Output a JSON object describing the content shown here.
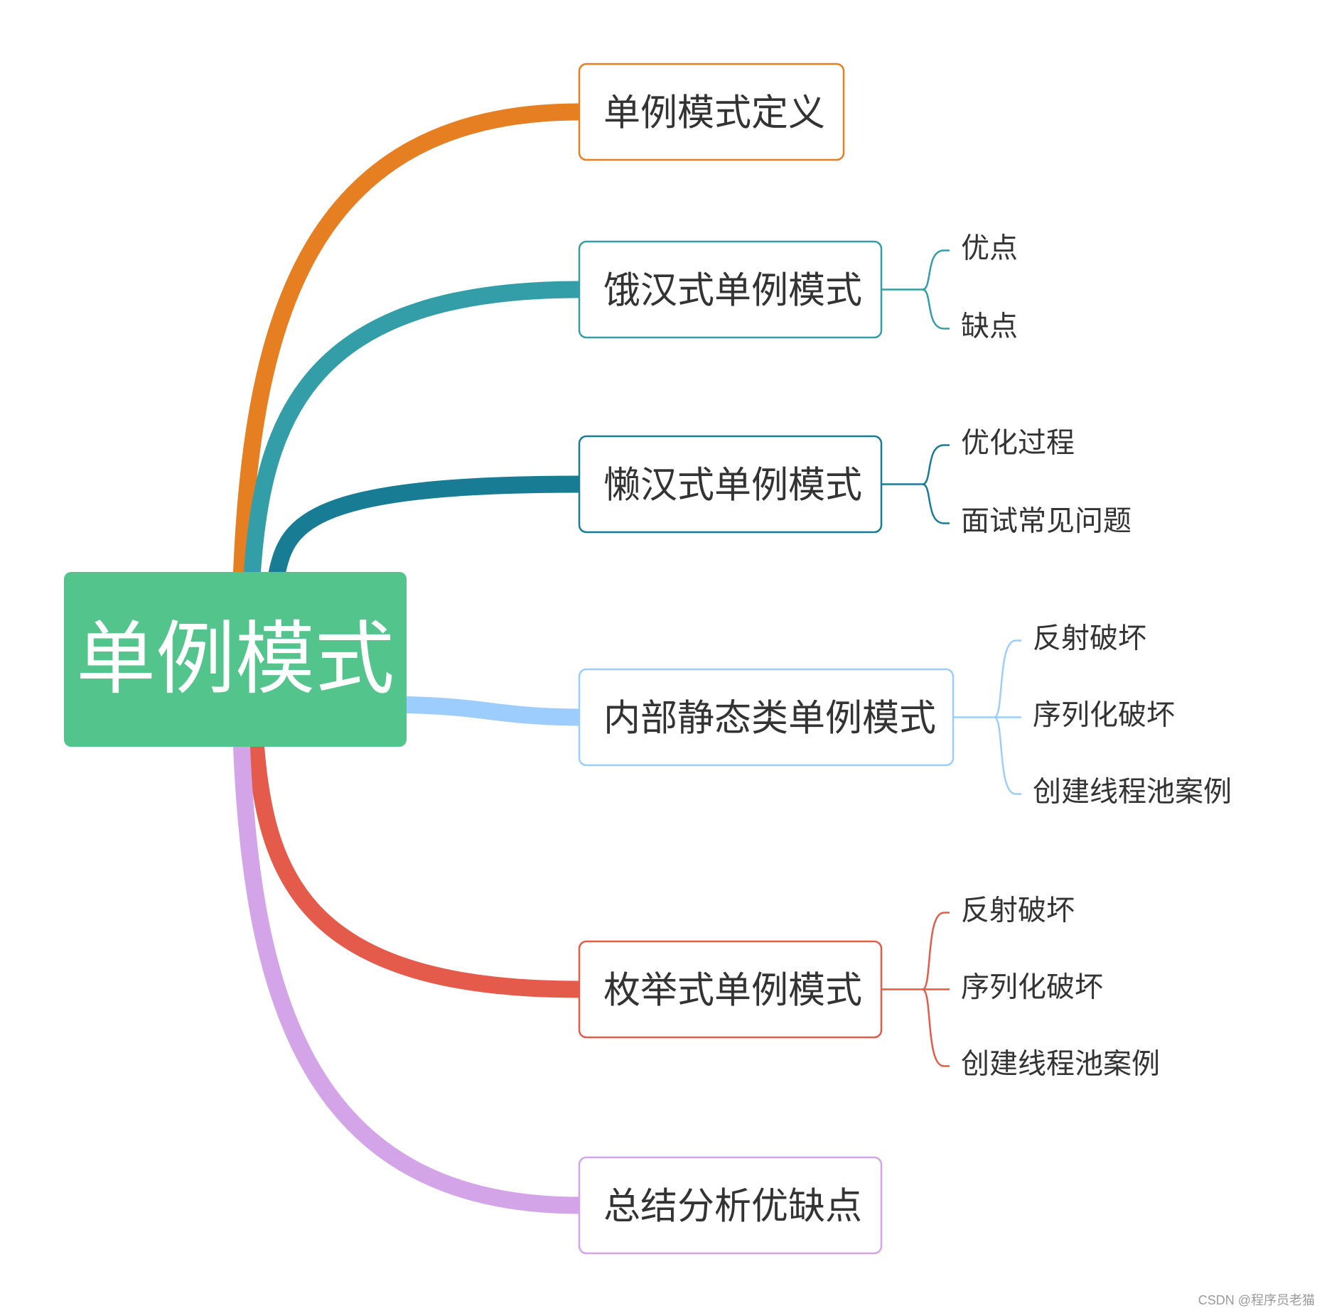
{
  "root": {
    "label": "单例模式",
    "color": "#52c48c"
  },
  "branches": [
    {
      "label": "单例模式定义",
      "color": "#e67e22",
      "children": []
    },
    {
      "label": "饿汉式单例模式",
      "color": "#339ea8",
      "children": [
        "优点",
        "缺点"
      ]
    },
    {
      "label": "懒汉式单例模式",
      "color": "#177c94",
      "children": [
        "优化过程",
        "面试常见问题"
      ]
    },
    {
      "label": "内部静态类单例模式",
      "color": "#9ccdfc",
      "children": [
        "反射破坏",
        "序列化破坏",
        "创建线程池案例"
      ]
    },
    {
      "label": "枚举式单例模式",
      "color": "#e55b4b",
      "children": [
        "反射破坏",
        "序列化破坏",
        "创建线程池案例"
      ]
    },
    {
      "label": "总结分析优缺点",
      "color": "#d4a4e8",
      "children": []
    }
  ],
  "watermark": "CSDN @程序员老猫"
}
